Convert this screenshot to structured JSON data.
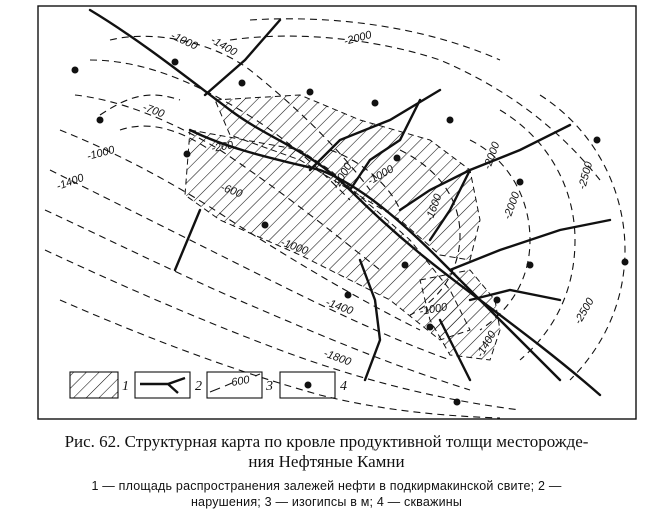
{
  "contour_labels": [
    "-1400",
    "-1000",
    "-2000",
    "-700",
    "-1000",
    "-1400",
    "-200",
    "-600",
    "-1000",
    "-2000",
    "-1000",
    "-1600",
    "-2000",
    "-2000",
    "-2500",
    "-2500",
    "-1400",
    "-1000",
    "-1800",
    "-1400"
  ],
  "legend": [
    {
      "num": "1",
      "symbol": "hatched-area"
    },
    {
      "num": "2",
      "symbol": "fault-line"
    },
    {
      "num": "3",
      "symbol": "contour",
      "sample": "600"
    },
    {
      "num": "4",
      "symbol": "well"
    }
  ],
  "caption": {
    "title_line1": "Рис. 62. Структурная карта по кровле продуктивной толщи месторожде-",
    "title_line2": "ния Нефтяные Камни",
    "legend_line1": "1 — площадь распространения залежей нефти в подкирмакинской свите; 2 —",
    "legend_line2": "нарушения; 3 — изогипсы в м; 4 — скважины"
  }
}
